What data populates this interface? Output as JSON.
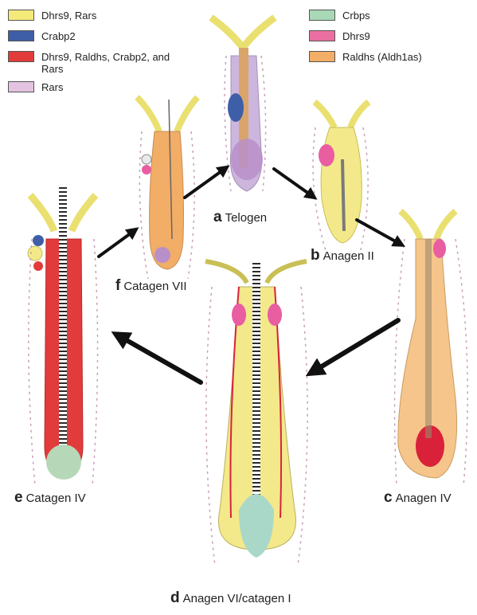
{
  "legend": {
    "left": [
      {
        "label": "Dhrs9, Rars",
        "color": "#f4ea7a"
      },
      {
        "label": "Crabp2",
        "color": "#3f5ea8"
      },
      {
        "label": "Dhrs9, Raldhs, Crabp2, and Rars",
        "color": "#e23b3b"
      },
      {
        "label": "Rars",
        "color": "#e3c3e0"
      }
    ],
    "right": [
      {
        "label": "Crbps",
        "color": "#a9d8b6"
      },
      {
        "label": "Dhrs9",
        "color": "#ea6fa0"
      },
      {
        "label": "Raldhs (Aldh1as)",
        "color": "#f2ad66"
      }
    ]
  },
  "stages": {
    "a": {
      "letter": "a",
      "name": "Telogen"
    },
    "b": {
      "letter": "b",
      "name": "Anagen II"
    },
    "c": {
      "letter": "c",
      "name": "Anagen IV"
    },
    "d": {
      "letter": "d",
      "name": "Anagen VI/catagen I"
    },
    "e": {
      "letter": "e",
      "name": "Catagen IV"
    },
    "f": {
      "letter": "f",
      "name": "Catagen VII"
    }
  }
}
